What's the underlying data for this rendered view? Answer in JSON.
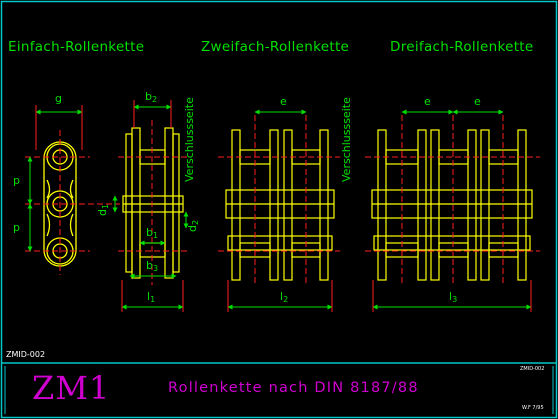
{
  "titles": {
    "single": "Einfach-Rollenkette",
    "double": "Zweifach-Rollenkette",
    "triple": "Dreifach-Rollenkette"
  },
  "dims": {
    "g": "g",
    "b": "b",
    "p": "p",
    "d": "d",
    "e": "e",
    "l": "l",
    "sub1": "1",
    "sub2": "2",
    "sub3": "3",
    "lock_side": "Verschlussseite"
  },
  "footer": {
    "left_code": "ZMID-002",
    "right_code": "ZMID-002",
    "small_note": "W.F 7/95",
    "logo": "ZM1",
    "subtitle": "Rollenkette nach DIN 8187/88"
  },
  "colors": {
    "frame": "#00c8c8",
    "part": "#ffff00",
    "dimension": "#00e000",
    "extension": "#ff2020",
    "centerline": "#ff2020",
    "label": "#d000d0"
  }
}
